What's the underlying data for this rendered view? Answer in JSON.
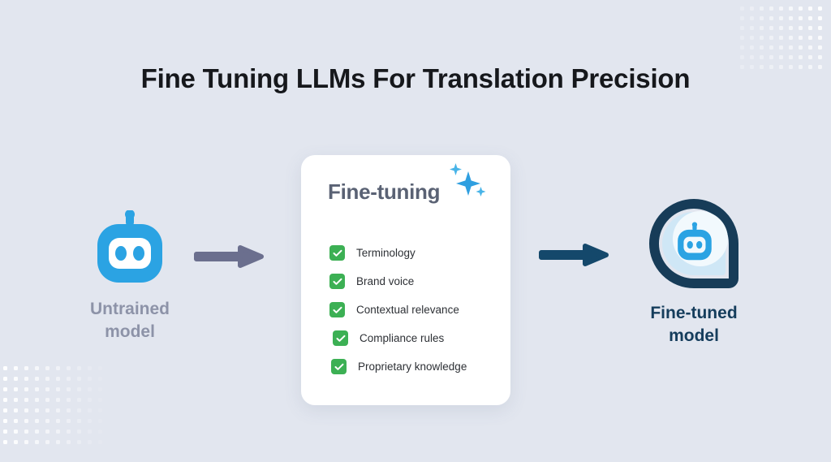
{
  "page": {
    "title": "Fine Tuning LLMs For Translation Precision",
    "background_color": "#e2e6ef"
  },
  "flow": {
    "left_stage": {
      "icon": "robot-icon",
      "label_line1": "Untrained",
      "label_line2": "model",
      "label_color": "#8d93a8",
      "icon_color": "#2ba3e3"
    },
    "arrow_left": {
      "icon": "arrow-right-icon",
      "color": "#6b6f8e"
    },
    "arrow_right": {
      "icon": "arrow-right-icon",
      "color": "#14486b"
    },
    "right_stage": {
      "icon": "chat-bubble-robot-icon",
      "label_line1": "Fine-tuned",
      "label_line2": "model",
      "label_color": "#153d5c",
      "icon_outline_color": "#173c58",
      "icon_inner_color": "#2ba3e3"
    }
  },
  "card": {
    "heading": "Fine-tuning",
    "heading_color": "#5a6274",
    "sparkle_icon": "sparkles-icon",
    "sparkle_color": "#2f9fe0",
    "checkbox_color": "#3cb054",
    "items": [
      {
        "label": "Terminology"
      },
      {
        "label": "Brand voice"
      },
      {
        "label": "Contextual relevance"
      },
      {
        "label": "Compliance rules"
      },
      {
        "label": "Proprietary knowledge"
      }
    ]
  },
  "decoration": {
    "top_right_dots": "dot-grid-icon",
    "bottom_left_dots": "dot-grid-icon",
    "dot_color": "#ffffff"
  }
}
